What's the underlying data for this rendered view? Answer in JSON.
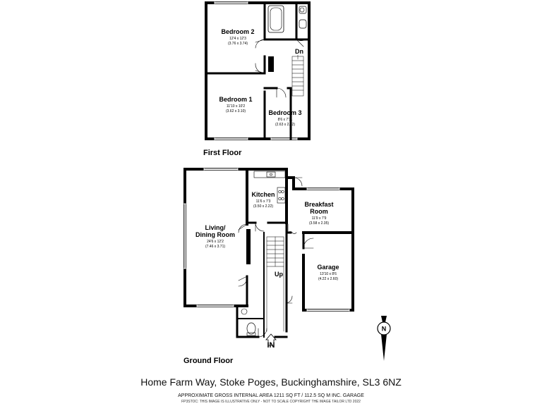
{
  "first_floor": {
    "label": "First Floor",
    "rooms": {
      "bedroom2": {
        "name": "Bedroom 2",
        "size_imperial": "12'4 x 12'3",
        "size_metric": "(3.76 x 3.74)"
      },
      "bedroom1": {
        "name": "Bedroom 1",
        "size_imperial": "11'10 x 10'2",
        "size_metric": "(3.62 x 3.10)"
      },
      "bedroom3": {
        "name": "Bedroom 3",
        "size_imperial": "8'6 x 7'11",
        "size_metric": "(2.63 x 2.42)"
      }
    },
    "stairs_marker": "Dn"
  },
  "ground_floor": {
    "label": "Ground Floor",
    "rooms": {
      "living": {
        "name_line1": "Living/",
        "name_line2": "Dining Room",
        "size_imperial": "24'6 x 12'2",
        "size_metric": "(7.46 x 3.71)"
      },
      "kitchen": {
        "name": "Kitchen",
        "size_imperial": "11'6 x 7'3",
        "size_metric": "(3.50 x 2.22)"
      },
      "breakfast": {
        "name_line1": "Breakfast",
        "name_line2": "Room",
        "size_imperial": "11'9 x 7'9",
        "size_metric": "(3.58 x 2.35)"
      },
      "garage": {
        "name": "Garage",
        "size_imperial": "13'10 x 8'6",
        "size_metric": "(4.22 x 2.60)"
      }
    },
    "stairs_marker": "Up",
    "entrance_label": "IN"
  },
  "compass_label": "N",
  "footer": {
    "address": "Home Farm Way, Stoke Poges, Buckinghamshire, SL3 6NZ",
    "area": "APPROXIMATE GROSS INTERNAL AREA 1211 SQ FT / 112.5 SQ M INC. GARAGE",
    "disclaimer": "FP3STOC: THIS IMAGE IS ILLUSTRATIVE ONLY - NOT TO SCALE COPYRIGHT THE IMAGE TAILOR LTD 2022"
  }
}
